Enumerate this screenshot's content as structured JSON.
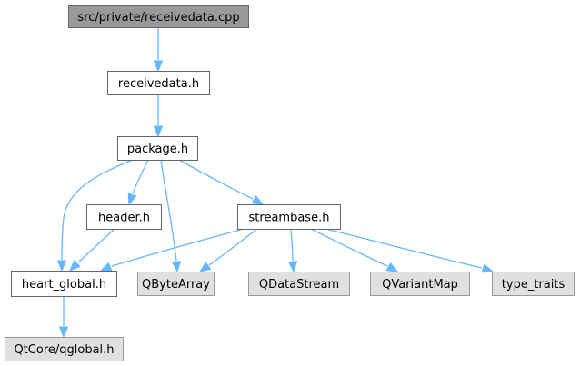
{
  "diagram": {
    "colors": {
      "root_fill": "#999999",
      "local_fill": "#ffffff",
      "external_fill": "#e0e0e0",
      "local_border": "#666666",
      "external_border": "#999999",
      "edge": "#63b8ff"
    },
    "nodes": [
      {
        "id": "receivedata_cpp",
        "label": "src/private/receivedata.cpp",
        "kind": "root"
      },
      {
        "id": "receivedata_h",
        "label": "receivedata.h",
        "kind": "local"
      },
      {
        "id": "package_h",
        "label": "package.h",
        "kind": "local"
      },
      {
        "id": "header_h",
        "label": "header.h",
        "kind": "local"
      },
      {
        "id": "streambase_h",
        "label": "streambase.h",
        "kind": "local"
      },
      {
        "id": "heart_global_h",
        "label": "heart_global.h",
        "kind": "local"
      },
      {
        "id": "qbytearray",
        "label": "QByteArray",
        "kind": "external"
      },
      {
        "id": "qdatastream",
        "label": "QDataStream",
        "kind": "external"
      },
      {
        "id": "qvariantmap",
        "label": "QVariantMap",
        "kind": "external"
      },
      {
        "id": "type_traits",
        "label": "type_traits",
        "kind": "external"
      },
      {
        "id": "qtcore_qglobal_h",
        "label": "QtCore/qglobal.h",
        "kind": "external"
      }
    ],
    "edges": [
      {
        "from": "receivedata_cpp",
        "to": "receivedata_h"
      },
      {
        "from": "receivedata_h",
        "to": "package_h"
      },
      {
        "from": "package_h",
        "to": "header_h"
      },
      {
        "from": "package_h",
        "to": "heart_global_h"
      },
      {
        "from": "package_h",
        "to": "qbytearray"
      },
      {
        "from": "package_h",
        "to": "streambase_h"
      },
      {
        "from": "header_h",
        "to": "heart_global_h"
      },
      {
        "from": "streambase_h",
        "to": "heart_global_h"
      },
      {
        "from": "streambase_h",
        "to": "qbytearray"
      },
      {
        "from": "streambase_h",
        "to": "qdatastream"
      },
      {
        "from": "streambase_h",
        "to": "qvariantmap"
      },
      {
        "from": "streambase_h",
        "to": "type_traits"
      },
      {
        "from": "heart_global_h",
        "to": "qtcore_qglobal_h"
      }
    ]
  }
}
